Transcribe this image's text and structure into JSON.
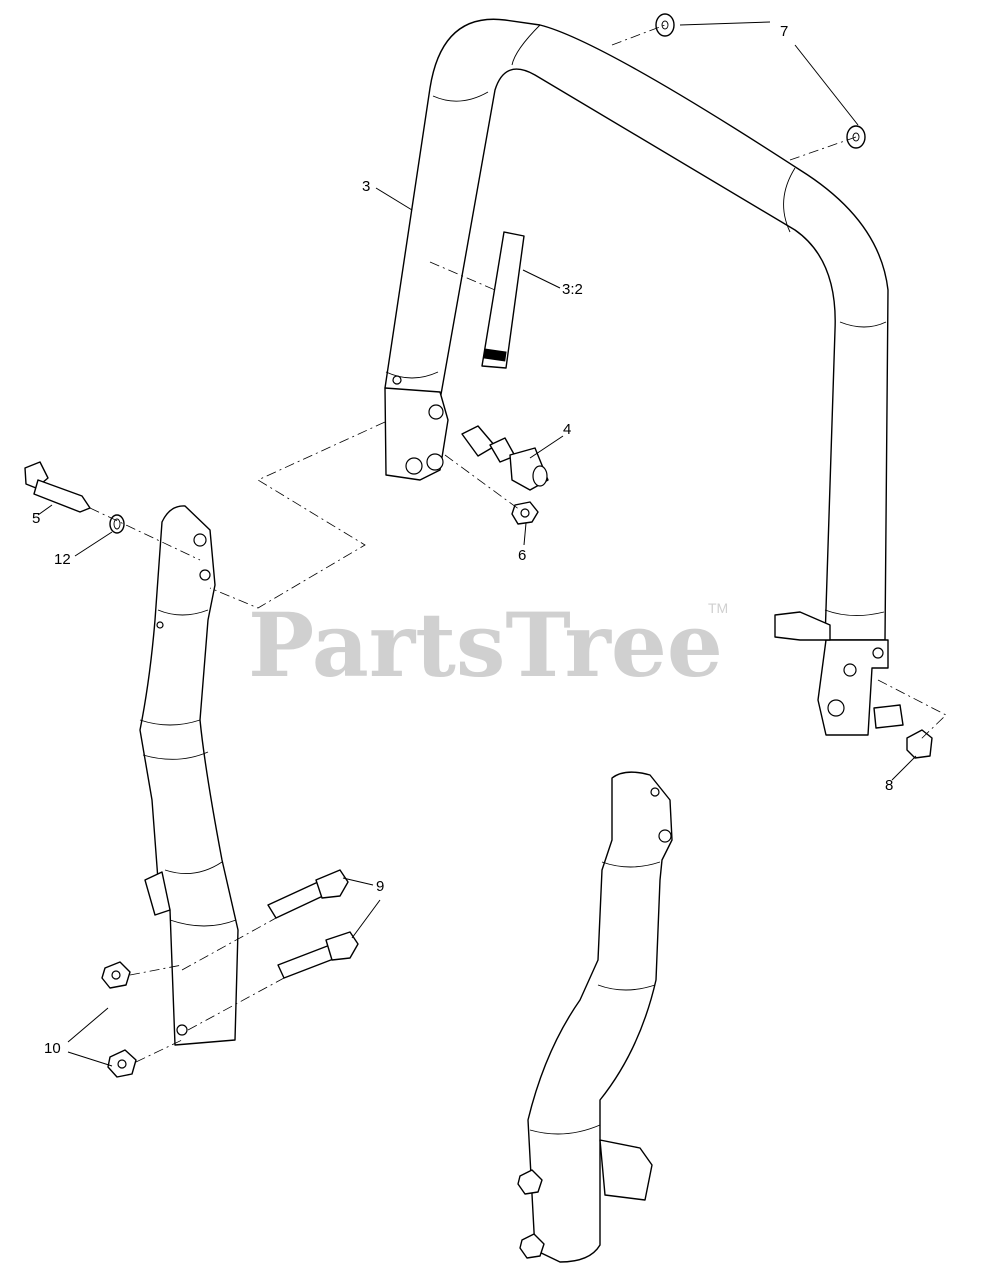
{
  "watermark": {
    "text": "PartsTree",
    "trademark": "TM"
  },
  "callouts": {
    "c3": "3",
    "c3_2": "3:2",
    "c4": "4",
    "c5": "5",
    "c6": "6",
    "c7": "7",
    "c8": "8",
    "c9": "9",
    "c10": "10",
    "c12": "12"
  }
}
